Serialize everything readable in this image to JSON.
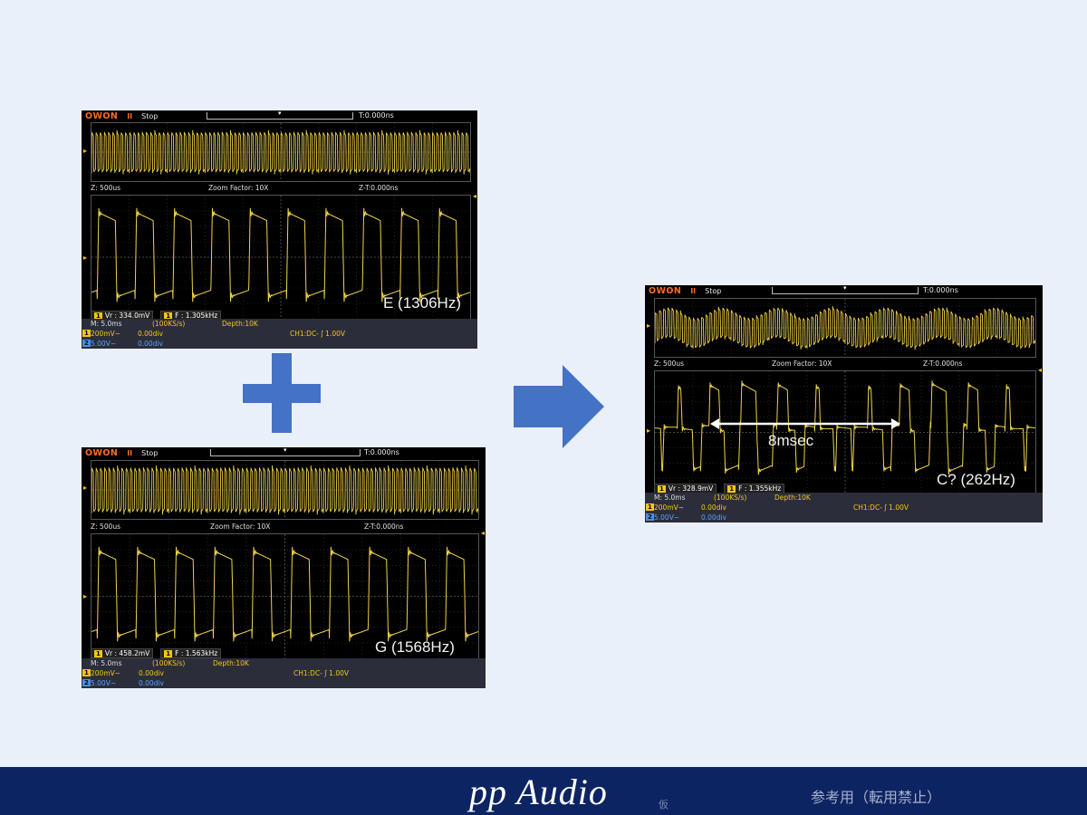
{
  "scopes": [
    {
      "logo": "OWON",
      "run_mark": "II",
      "state": "Stop",
      "trigger_time": "T:0.000ns",
      "zoom_time": "Z: 500us",
      "zoom_factor": "Zoom Factor: 10X",
      "zoom_offset": "Z-T:0.000ns",
      "vr_label": "Vr : 334.0mV",
      "freq_label": "F : 1.305kHz",
      "annotation": "E (1306Hz)",
      "time_base": "M: 5.0ms",
      "sample_rate": "(100KS/s)",
      "depth": "Depth:10K",
      "ch1_scale": "200mV~",
      "ch1_offset": "0.00div",
      "ch2_scale": "5.00V~",
      "ch2_offset": "0.00div",
      "trigger_info": "CH1:DC- ʃ 1.00V",
      "channel_markers": {
        "ch1": "1",
        "ch2": "2"
      }
    },
    {
      "logo": "OWON",
      "run_mark": "II",
      "state": "Stop",
      "trigger_time": "T:0.000ns",
      "zoom_time": "Z: 500us",
      "zoom_factor": "Zoom Factor: 10X",
      "zoom_offset": "Z-T:0.000ns",
      "vr_label": "Vr : 458.2mV",
      "freq_label": "F : 1.563kHz",
      "annotation": "G (1568Hz)",
      "time_base": "M: 5.0ms",
      "sample_rate": "(100KS/s)",
      "depth": "Depth:10K",
      "ch1_scale": "200mV~",
      "ch1_offset": "0.00div",
      "ch2_scale": "5.00V~",
      "ch2_offset": "0.00div",
      "trigger_info": "CH1:DC- ʃ 1.00V",
      "channel_markers": {
        "ch1": "1",
        "ch2": "2"
      }
    },
    {
      "logo": "OWON",
      "run_mark": "II",
      "state": "Stop",
      "trigger_time": "T:0.000ns",
      "zoom_time": "Z: 500us",
      "zoom_factor": "Zoom Factor: 10X",
      "zoom_offset": "Z-T:0.000ns",
      "vr_label": "Vr : 328.9mV",
      "freq_label": "F : 1.355kHz",
      "annotation": "C? (262Hz)",
      "period_annotation": "8msec",
      "time_base": "M: 5.0ms",
      "sample_rate": "(100KS/s)",
      "depth": "Depth:10K",
      "ch1_scale": "200mV~",
      "ch1_offset": "0.00div",
      "ch2_scale": "5.00V~",
      "ch2_offset": "0.00div",
      "trigger_info": "CH1:DC- ʃ 1.00V",
      "channel_markers": {
        "ch1": "1",
        "ch2": "2"
      }
    }
  ],
  "waveforms": {
    "E": {
      "cycles_in_zoom": 10
    },
    "G": {
      "cycles_in_zoom": 10
    },
    "C": {
      "cycles_in_zoom": 10
    }
  },
  "icons": {
    "plus": "plus-icon",
    "arrow": "arrow-right-icon",
    "double_arrow": "double-arrow-icon"
  },
  "colors": {
    "background": "#eaf0fa",
    "shape_blue": "#4472c4",
    "trace_yellow": "#f0d24a",
    "footer_navy": "#0d2462"
  },
  "footer": {
    "brand": "pp Audio",
    "provisional": "仮",
    "note": "参考用（転用禁止）"
  }
}
